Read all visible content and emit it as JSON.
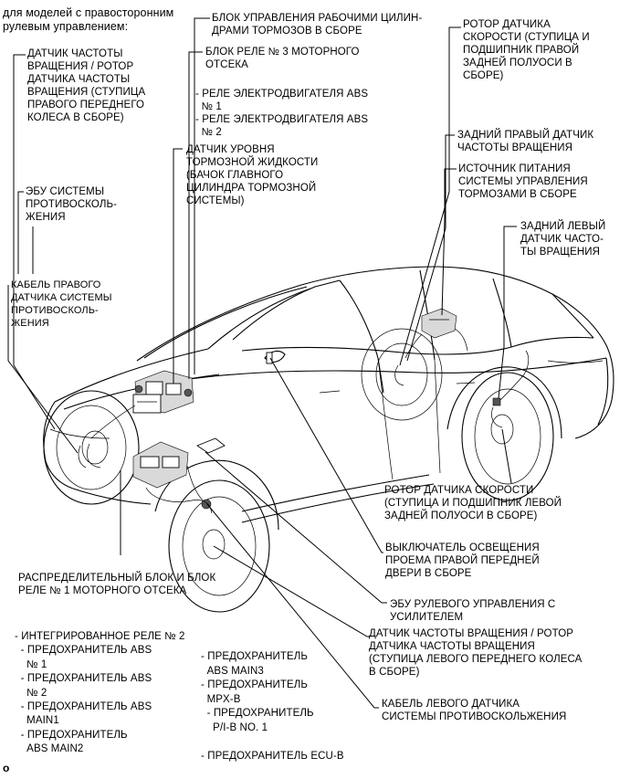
{
  "header": {
    "note": "для моделей с правосторонним\nрулевым управлением:"
  },
  "labels": {
    "brake_actuator": "БЛОК УПРАВЛЕНИЯ РАБОЧИМИ ЦИЛИН-\nДРАМИ ТОРМОЗОВ В СБОРЕ",
    "relay_block3": "БЛОК РЕЛЕ № 3 МОТОРНОГО\nОТСЕКА",
    "abs_relays": "- РЕЛЕ ЭЛЕКТРОДВИГАТЕЛЯ ABS\n  № 1\n- РЕЛЕ ЭЛЕКТРОДВИГАТЕЛЯ ABS\n  № 2",
    "fluid_level": "ДАТЧИК УРОВНЯ\nТОРМОЗНОЙ ЖИДКОСТИ\n(БАЧОК ГЛАВНОГО\nЦИЛИНДРА ТОРМОЗНОЙ\nСИСТЕМЫ)",
    "speed_sensor_fr": "ДАТЧИК ЧАСТОТЫ\nВРАЩЕНИЯ / РОТОР\nДАТЧИКА ЧАСТОТЫ\nВРАЩЕНИЯ (СТУПИЦА\nПРАВОГО ПЕРЕДНЕГО\nКОЛЕСА В СБОРЕ)",
    "skid_ecu": "ЭБУ СИСТЕМЫ\nПРОТИВОСКОЛЬ-\nЖЕНИЯ",
    "cable_right": "КАБЕЛЬ ПРАВОГО\nДАТЧИКА СИСТЕМЫ\nПРОТИВОСКОЛЬ-\nЖЕНИЯ",
    "rotor_rr": "РОТОР ДАТЧИКА\nСКОРОСТИ (СТУПИЦА И\nПОДШИПНИК ПРАВОЙ\nЗАДНЕЙ ПОЛУОСИ В\nСБОРЕ)",
    "sensor_rr": "ЗАДНИЙ ПРАВЫЙ ДАТЧИК\nЧАСТОТЫ ВРАЩЕНИЯ",
    "brake_power": "ИСТОЧНИК ПИТАНИЯ\nСИСТЕМЫ УПРАВЛЕНИЯ\nТОРМОЗАМИ В СБОРЕ",
    "sensor_rl": "ЗАДНИЙ ЛЕВЫЙ\nДАТЧИК ЧАСТО-\nТЫ ВРАЩЕНИЯ",
    "rotor_rl": "РОТОР ДАТЧИКА СКОРОСТИ\n(СТУПИЦА И ПОДШИПНИК ЛЕВОЙ\nЗАДНЕЙ ПОЛУОСИ В СБОРЕ)",
    "door_switch": "ВЫКЛЮЧАТЕЛЬ ОСВЕЩЕНИЯ\nПРОЕМА ПРАВОЙ ПЕРЕДНЕЙ\nДВЕРИ В СБОРЕ",
    "eps_ecu": "ЭБУ РУЛЕВОГО УПРАВЛЕНИЯ С\nУСИЛИТЕЛЕМ",
    "speed_sensor_fl": "ДАТЧИК ЧАСТОТЫ ВРАЩЕНИЯ / РОТОР\nДАТЧИКА ЧАСТОТЫ ВРАЩЕНИЯ\n(СТУПИЦА ЛЕВОГО ПЕРЕДНЕГО КОЛЕСА\nВ СБОРЕ)",
    "cable_left": "КАБЕЛЬ ЛЕВОГО ДАТЧИКА\nСИСТЕМЫ ПРОТИВОСКОЛЬЖЕНИЯ",
    "junction_block": "РАСПРЕДЕЛИТЕЛЬНЫЙ БЛОК И БЛОК\nРЕЛЕ № 1 МОТОРНОГО ОТСЕКА",
    "fuses_left": "- ИНТЕГРИРОВАННОЕ РЕЛЕ № 2\n  - ПРЕДОХРАНИТЕЛЬ ABS\n    № 1\n  - ПРЕДОХРАНИТЕЛЬ ABS\n    № 2\n  - ПРЕДОХРАНИТЕЛЬ ABS\n    MAIN1\n  - ПРЕДОХРАНИТЕЛЬ\n    ABS MAIN2",
    "fuses_right": "- ПРЕДОХРАНИТЕЛЬ\n  ABS MAIN3\n- ПРЕДОХРАНИТЕЛЬ\n  MPX-B\n  - ПРЕДОХРАНИТЕЛЬ\n    P/I-B NO. 1\n\n- ПРЕДОХРАНИТЕЛЬ ECU-B"
  },
  "footer": {
    "code": "o"
  }
}
